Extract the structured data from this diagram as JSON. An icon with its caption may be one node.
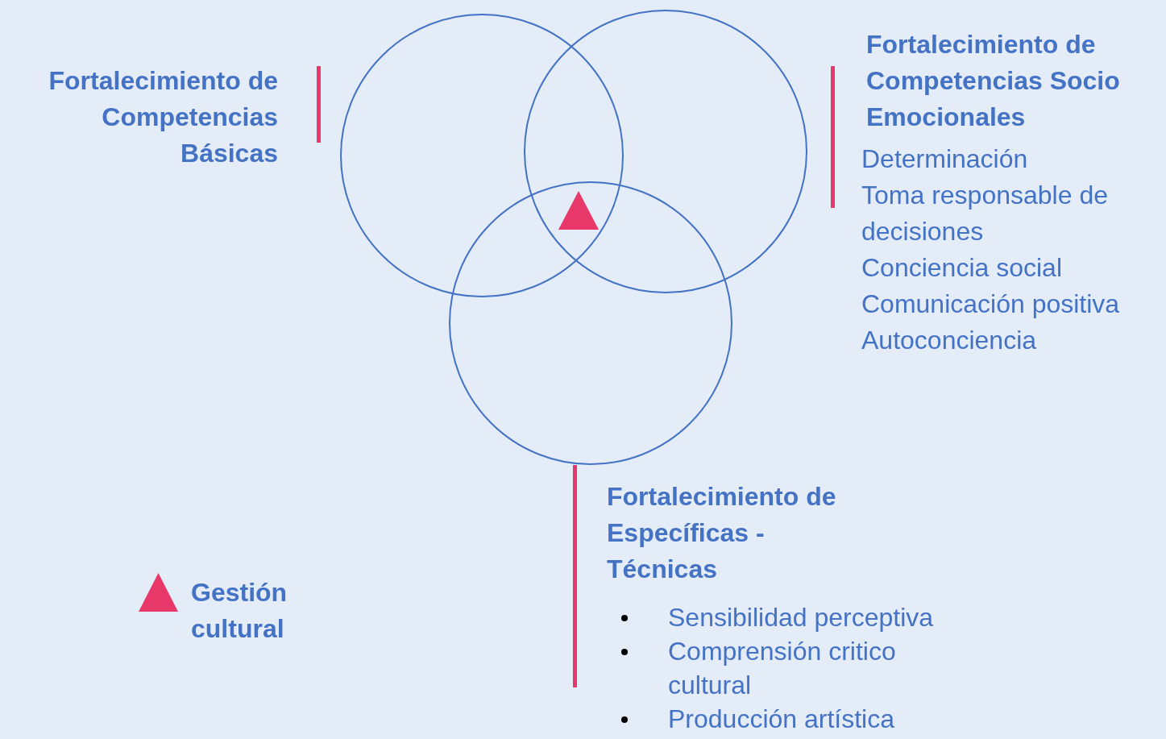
{
  "diagram": {
    "nodes": [
      {
        "text": [],
        "shape": "circle",
        "beside": [
          "Fortalecimiento de Competencias Básicas"
        ]
      },
      {
        "text": [],
        "shape": "circle",
        "beside": [
          "Fortalecimiento de Competencias Socio Emocionales",
          "Determinación",
          "Toma responsable de decisiones",
          "Conciencia social",
          "Comunicación positiva",
          "Autoconciencia"
        ]
      },
      {
        "text": [],
        "shape": "circle",
        "beside": [
          "Fortalecimiento de Específicas - Técnicas",
          "Sensibilidad perceptiva",
          "Comprensión critico cultural",
          "Producción artística"
        ]
      }
    ],
    "legend": [
      {
        "text": "Gestión cultural"
      }
    ]
  }
}
